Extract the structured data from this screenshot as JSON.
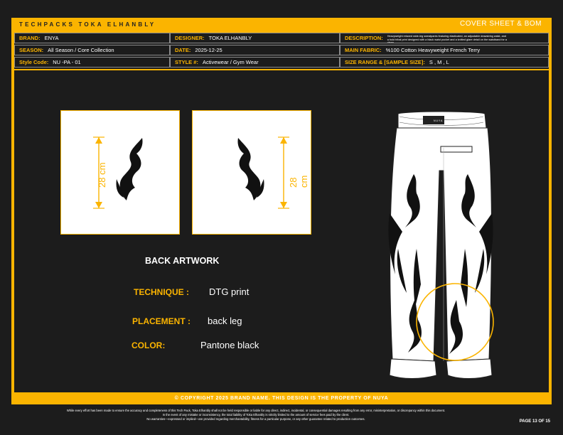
{
  "header": {
    "brand_title": "TECHPACKS TOKA ELHANBLY",
    "cover_title": "COVER SHEET & BOM"
  },
  "spec_table": {
    "brand_label": "BRAND:",
    "brand_value": "ENYA",
    "designer_label": "DESIGNER:",
    "designer_value": "TOKA ELHANBLY",
    "description_label": "DESCRIPTION:",
    "description_value": "Heavyweight relaxed wide-leg sweatpants featuring elasticated, an adjustable drawstring waist, and a bold tribal print designed with a black waist pocket and a knitted glare detail on the waistband for a clean",
    "season_label": "SEASON:",
    "season_value": "All Season / Core Collection",
    "date_label": "DATE:",
    "date_value": "2025-12-25",
    "fabric_label": "MAIN FABRIC:",
    "fabric_value": "%100 Cotton Heavyweight French Terry",
    "style_code_label": "Style Code:",
    "style_code_value": "NU -PA - 01",
    "style_label": "STYLE #:",
    "style_value": "Activewear / Gym Wear",
    "size_label": "SIZE RANGE & [SAMPLE SIZE]:",
    "size_value": "S , M , L"
  },
  "artwork": {
    "dimension_left": "28 cm",
    "dimension_right": "28 cm",
    "heading": "BACK ARTWORK",
    "technique_label": "TECHNIQUE :",
    "technique_value": "DTG print",
    "placement_label": "PLACEMENT :",
    "placement_value": "back leg",
    "color_label": "COLOR:",
    "color_value": "Pantone black",
    "waist_label": "N U Y A"
  },
  "footer": {
    "copyright": "© COPYRIGHT 2025 BRAND NAME. THIS DESIGN IS THE PROPERTY OF NUYA",
    "disclaimer_1": "While every effort has been made to ensure the accuracy and completeness of this Tech Pack, Toka Elhanbly shall not be held responsible or liable for any direct, indirect, incidental, or consequential damages resulting from any error, misinterpretation, or discrepancy within this document.",
    "disclaimer_2": "In the event of any mistake or inconsistency, the total liability of Toka Elhanbly is strictly limited to the amount of service fees paid by the client.",
    "disclaimer_3": "No warranties—expressed or implied—are provided regarding merchantability, fitness for a particular purpose, or any other guarantee related to production outcomes.",
    "page_number": "PAGE 13 OF 15"
  },
  "colors": {
    "accent": "#fbb400",
    "background": "#1c1c1c",
    "grid_line": "#8a8a8a"
  }
}
